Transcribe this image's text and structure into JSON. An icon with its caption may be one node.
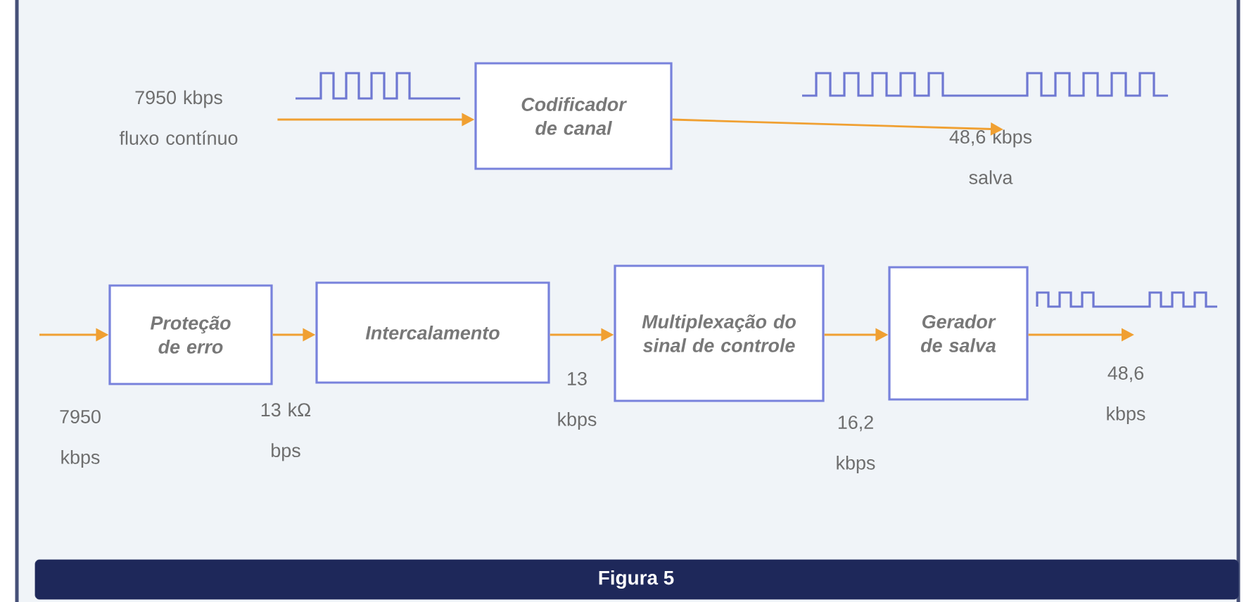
{
  "diagram": {
    "caption": "Figura 5",
    "nodes": [
      {
        "text": [
          "Codificador de canal"
        ]
      },
      {
        "text": [
          "Proteção de erro"
        ]
      },
      {
        "text": [
          "Intercalamento"
        ]
      },
      {
        "text": [
          "Multiplexação do sinal de controle"
        ]
      },
      {
        "text": [
          "Gerador de salva"
        ]
      },
      {
        "text": [
          "7950 kbps fluxo contínuo"
        ]
      },
      {
        "text": [
          "48,6 kbps salva"
        ]
      }
    ],
    "edges": [
      {
        "from": 5,
        "to": 0,
        "arrow": "to"
      },
      {
        "from": 0,
        "to": 6,
        "arrow": "to"
      },
      {
        "from": null,
        "to": 1,
        "arrow": "to"
      },
      {
        "from": 1,
        "to": 2,
        "arrow": "to"
      },
      {
        "from": 2,
        "to": 3,
        "arrow": "to"
      },
      {
        "from": 3,
        "to": 4,
        "arrow": "to"
      },
      {
        "from": 4,
        "to": null,
        "arrow": "to"
      }
    ],
    "labels": [
      "7950 kbps",
      "13 kΩ bps",
      "13 kbps",
      "16,2 kbps",
      "48,6 kbps"
    ]
  }
}
